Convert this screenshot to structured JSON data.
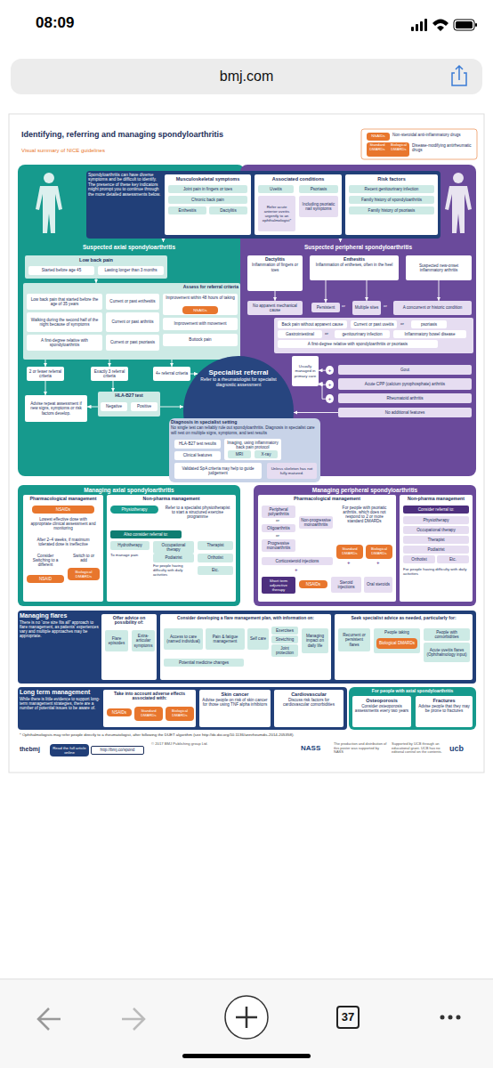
{
  "diagram": {
    "title": "Identifying, referring and managing spondyloarthritis",
    "nodes": [
      {
        "text": [
          "bmj.com"
        ]
      },
      {
        "text": [
          "Spondyloarthritis can have diverse symptoms and be difficult to identify. The presence of these key indicators might prompt you to continue through the more detailed assessments below."
        ]
      },
      {
        "text": [
          "Musculoskeletal symptoms"
        ],
        "in": 1
      },
      {
        "text": [
          "Joint pain in fingers or toes"
        ],
        "in": 2
      },
      {
        "text": [
          "Chronic back pain"
        ],
        "in": 2
      },
      {
        "text": [
          "Enthesitis"
        ],
        "in": 2
      },
      {
        "text": [
          "Dactylitis"
        ],
        "in": 2
      },
      {
        "text": [
          "Associated conditions"
        ],
        "in": 1
      },
      {
        "text": [
          "Uveitis"
        ],
        "in": 7
      },
      {
        "text": [
          "Psoriasis"
        ],
        "in": 7
      },
      {
        "text": [
          "Refer acute anterior uveitis urgently to an ophthalmologist*"
        ],
        "in": 7
      },
      {
        "text": [
          "Including psoriatic nail symptoms"
        ],
        "in": 7
      },
      {
        "text": [
          "Risk factors"
        ],
        "in": 1
      },
      {
        "text": [
          "Recent genitourinary infection"
        ],
        "in": 12
      },
      {
        "text": [
          "Family history of spondyloarthritis"
        ],
        "in": 12
      },
      {
        "text": [
          "Family history of psoriasis"
        ],
        "in": 12
      },
      {
        "text": [
          "Suspected axial spondyloarthritis"
        ]
      },
      {
        "text": [
          "Low back pain"
        ],
        "in": 16
      },
      {
        "text": [
          "Started before age 45"
        ],
        "in": 17
      },
      {
        "text": [
          "Lasting longer than 3 months"
        ],
        "in": 17
      },
      {
        "text": [
          "Assess for referral criteria"
        ],
        "in": 16
      },
      {
        "text": [
          "Low back pain that started before the age of 35 years"
        ],
        "in": 20
      },
      {
        "text": [
          "Walking during the second half of the night because of symptoms"
        ],
        "in": 20
      },
      {
        "text": [
          "A first-degree relative with spondyloarthritis"
        ],
        "in": 20
      },
      {
        "text": [
          "Current or past enthesitis"
        ],
        "in": 20
      },
      {
        "text": [
          "Current or past arthritis"
        ],
        "in": 20
      },
      {
        "text": [
          "Current or past psoriasis"
        ],
        "in": 20
      },
      {
        "text": [
          "Improvement within 48 hours of taking"
        ],
        "in": 20
      },
      {
        "text": [
          "NSAIDs"
        ],
        "in": 27
      },
      {
        "text": [
          "Improvement with movement"
        ],
        "in": 20
      },
      {
        "text": [
          "Buttock pain"
        ],
        "in": 20
      },
      {
        "text": [
          "2 or fewer referral criteria"
        ],
        "in": 16
      },
      {
        "text": [
          "Exactly 3 referral criteria"
        ],
        "in": 16
      },
      {
        "text": [
          "4+ referral criteria"
        ],
        "in": 16
      },
      {
        "text": [
          "HLA-B27 test"
        ],
        "in": 16
      },
      {
        "text": [
          "Negative"
        ],
        "in": 34
      },
      {
        "text": [
          "Positive"
        ],
        "in": 34
      },
      {
        "text": [
          "Advise repeat assessment if new signs, symptoms or risk factors develop."
        ],
        "in": 16
      },
      {
        "text": [
          "Suspected peripheral spondyloarthritis"
        ]
      },
      {
        "text": [
          "Dactylitis",
          "Inflammation of fingers or toes"
        ],
        "in": 38
      },
      {
        "text": [
          "Enthesitis",
          "Inflammation of entheses, often in the heel"
        ],
        "in": 38
      },
      {
        "text": [
          "Suspected new-onset inflammatory arthritis"
        ],
        "in": 38
      },
      {
        "text": [
          "No apparent mechanical cause"
        ],
        "in": 38
      },
      {
        "text": [
          "Persistent"
        ],
        "in": 38
      },
      {
        "text": [
          "Multiple sites"
        ],
        "in": 38
      },
      {
        "text": [
          "A concurrent or historic condition"
        ],
        "in": 38
      },
      {
        "text": [
          "Back pain without apparent cause"
        ],
        "in": 38
      },
      {
        "text": [
          "Current or past uveitis"
        ],
        "in": 38
      },
      {
        "text": [
          "psoriasis"
        ],
        "in": 38
      },
      {
        "text": [
          "Gastrointestinal"
        ],
        "in": 38
      },
      {
        "text": [
          "genitourinary infection"
        ],
        "in": 38
      },
      {
        "text": [
          "Inflammatory bowel disease"
        ],
        "in": 38
      },
      {
        "text": [
          "A first-degree relative with spondyloarthritis or psoriasis"
        ],
        "in": 38
      },
      {
        "text": [
          "Usually managed in primary care"
        ],
        "in": 38
      },
      {
        "text": [
          "+"
        ],
        "in": 38
      },
      {
        "text": [
          "Gout"
        ],
        "in": 38
      },
      {
        "text": [
          "+"
        ],
        "in": 38
      },
      {
        "text": [
          "Acute CPP (calcium pyrophosphate) arthritis"
        ],
        "in": 38
      },
      {
        "text": [
          "+"
        ],
        "in": 38
      },
      {
        "text": [
          "Rheumatoid arthritis"
        ],
        "in": 38
      },
      {
        "text": [
          "No additional features"
        ],
        "in": 38
      },
      {
        "text": [
          "Specialist referral",
          "Refer to a rheumatologist for specialist diagnostic assessment"
        ]
      },
      {
        "text": [
          "Diagnosis in specialist setting",
          "No single test can reliably rule out spondyloarthritis. Diagnosis in specialist care will rest on multiple signs, symptoms, and test results"
        ]
      },
      {
        "text": [
          "HLA-B27 test results"
        ],
        "in": 62
      },
      {
        "text": [
          "Clinical features"
        ],
        "in": 62
      },
      {
        "text": [
          "Imaging, using inflammatory back pain protocol"
        ],
        "in": 62
      },
      {
        "text": [
          "MRI"
        ],
        "in": 65
      },
      {
        "text": [
          "X-ray"
        ],
        "in": 65
      },
      {
        "text": [
          "Validated SpA criteria may help to guide judgement"
        ],
        "in": 62
      },
      {
        "text": [
          "Unless skeleton has not fully matured."
        ],
        "in": 62
      },
      {
        "text": [
          "Managing axial spondyloarthritis"
        ]
      },
      {
        "text": [
          "Pharmacological management"
        ],
        "in": 70
      },
      {
        "text": [
          "NSAIDs"
        ],
        "in": 71
      },
      {
        "text": [
          "Lowest effective dose with appropriate clinical assessment and monitoring"
        ],
        "in": 71
      },
      {
        "text": [
          "After 2–4 weeks, if maximum tolerated dose is ineffective"
        ],
        "in": 71
      },
      {
        "text": [
          "Consider Switching to a different"
        ],
        "in": 71
      },
      {
        "text": [
          "NSAID"
        ],
        "in": 71
      },
      {
        "text": [
          "Switch to or add"
        ],
        "in": 71
      },
      {
        "text": [
          "Biological DMARDs"
        ],
        "in": 71
      },
      {
        "text": [
          "Non-pharma management"
        ],
        "in": 70
      },
      {
        "text": [
          "Physiotherapy"
        ],
        "in": 79
      },
      {
        "text": [
          "Refer to a specialist physiotherapist to start a structured exercise programme"
        ],
        "in": 79
      },
      {
        "text": [
          "Also consider referral to:"
        ],
        "in": 79
      },
      {
        "text": [
          "Hydrotherapy"
        ],
        "in": 79
      },
      {
        "text": [
          "Occupational therapy"
        ],
        "in": 79
      },
      {
        "text": [
          "Therapist"
        ],
        "in": 79
      },
      {
        "text": [
          "Podiatrist"
        ],
        "in": 79
      },
      {
        "text": [
          "Orthotist"
        ],
        "in": 79
      },
      {
        "text": [
          "Etc."
        ],
        "in": 79
      },
      {
        "text": [
          "Managing peripheral spondyloarthritis"
        ]
      },
      {
        "text": [
          "Pharmacological management"
        ],
        "in": 89
      },
      {
        "text": [
          "Peripheral polyarthritis"
        ],
        "in": 90
      },
      {
        "text": [
          "Oligoarthritis"
        ],
        "in": 90
      },
      {
        "text": [
          "Progressive monoarthritis"
        ],
        "in": 90
      },
      {
        "text": [
          "Non-progressive monoarthritis"
        ],
        "in": 90
      },
      {
        "text": [
          "For people with psoriatic arthritis, which does not respond to 2 or more standard DMARDs"
        ],
        "in": 90
      },
      {
        "text": [
          "Corticosteroid injections"
        ],
        "in": 90
      },
      {
        "text": [
          "Standard DMARDs"
        ],
        "in": 90
      },
      {
        "text": [
          "Biological DMARDs"
        ],
        "in": 90
      },
      {
        "text": [
          "Short term adjunctive therapy"
        ],
        "in": 90
      },
      {
        "text": [
          "NSAIDs"
        ],
        "in": 90
      },
      {
        "text": [
          "Steroid injections"
        ],
        "in": 90
      },
      {
        "text": [
          "Oral steroids"
        ],
        "in": 90
      },
      {
        "text": [
          "Non-pharma management"
        ],
        "in": 89
      },
      {
        "text": [
          "Consider referral to:"
        ],
        "in": 103
      },
      {
        "text": [
          "Physiotherapy"
        ],
        "in": 103
      },
      {
        "text": [
          "Occupational therapy"
        ],
        "in": 103
      },
      {
        "text": [
          "Therapist"
        ],
        "in": 103
      },
      {
        "text": [
          "Podiatrist"
        ],
        "in": 103
      },
      {
        "text": [
          "Orthotist"
        ],
        "in": 103
      },
      {
        "text": [
          "Etc."
        ],
        "in": 103
      },
      {
        "text": [
          "Managing flares",
          "There is no “one size fits all” approach to flare management, as patients' experiences vary and multiple approaches may be appropriate."
        ]
      },
      {
        "text": [
          "Offer advice on possibility of:"
        ],
        "in": 111
      },
      {
        "text": [
          "Flare episodes"
        ],
        "in": 112
      },
      {
        "text": [
          "Extra-articular symptoms"
        ],
        "in": 112
      },
      {
        "text": [
          "Consider developing a flare management plan, with information on:"
        ],
        "in": 111
      },
      {
        "text": [
          "Access to care (named individual)"
        ],
        "in": 115
      },
      {
        "text": [
          "Pain & fatigue management"
        ],
        "in": 115
      },
      {
        "text": [
          "Self care"
        ],
        "in": 115
      },
      {
        "text": [
          "Exercises"
        ],
        "in": 115
      },
      {
        "text": [
          "Stretching"
        ],
        "in": 115
      },
      {
        "text": [
          "Joint protection"
        ],
        "in": 115
      },
      {
        "text": [
          "Managing impact on daily life"
        ],
        "in": 115
      },
      {
        "text": [
          "Potential medicine changes"
        ],
        "in": 115
      },
      {
        "text": [
          "Seek specialist advice as needed, particularly for:"
        ],
        "in": 111
      },
      {
        "text": [
          "Recurrent or persistent flares"
        ],
        "in": 124
      },
      {
        "text": [
          "People taking"
        ],
        "in": 124
      },
      {
        "text": [
          "Biological DMARDs"
        ],
        "in": 126
      },
      {
        "text": [
          "People with comorbidities"
        ],
        "in": 124
      },
      {
        "text": [
          "Acute uveitis flares (Ophthalmology input)"
        ],
        "in": 124
      },
      {
        "text": [
          "Long term management",
          "While there is little evidence to support long-term management strategies, there are a number of potential issues to be aware of."
        ]
      },
      {
        "text": [
          "Take into account adverse effects associated with:"
        ],
        "in": 130
      },
      {
        "text": [
          "NSAIDs"
        ],
        "in": 131
      },
      {
        "text": [
          "Standard DMARDs"
        ],
        "in": 131
      },
      {
        "text": [
          "Biological DMARDs"
        ],
        "in": 131
      },
      {
        "text": [
          "Skin cancer",
          "Advise people on risk of skin cancer for those using TNF alpha inhibitors"
        ],
        "in": 130
      },
      {
        "text": [
          "Cardiovascular",
          "Discuss risk factors for cardiovascular comorbidities"
        ],
        "in": 130
      },
      {
        "text": [
          "For people with axial spondyloarthritis"
        ]
      },
      {
        "text": [
          "Osteoporosis",
          "Consider osteoporosis assessments every two years"
        ],
        "in": 137
      },
      {
        "text": [
          "Fractures",
          "Advise people that they may be prone to fractures"
        ],
        "in": 137
      },
      {
        "text": [
          "Read the full article online"
        ]
      },
      {
        "text": [
          "http://bmj.co/spond"
        ]
      },
      {
        "text": [
          "37"
        ]
      }
    ],
    "edges": [
      {
        "from": 1,
        "to": 16,
        "arrow": "to"
      },
      {
        "from": 1,
        "to": 38,
        "arrow": "to"
      },
      {
        "from": 17,
        "to": 20,
        "arrow": "to"
      },
      {
        "from": 20,
        "to": 31,
        "arrow": "to"
      },
      {
        "from": 20,
        "to": 32,
        "arrow": "to"
      },
      {
        "from": 20,
        "to": 33,
        "arrow": "to"
      },
      {
        "from": 31,
        "to": 37,
        "arrow": "to"
      },
      {
        "from": 32,
        "to": 34,
        "arrow": "to"
      },
      {
        "from": 35,
        "to": 37,
        "arrow": "to"
      },
      {
        "from": 36,
        "to": 61,
        "arrow": "to"
      },
      {
        "from": 33,
        "to": 61,
        "arrow": "to"
      },
      {
        "from": 39,
        "to": 42,
        "arrow": "to"
      },
      {
        "from": 40,
        "to": 43,
        "arrow": "to"
      },
      {
        "from": 40,
        "to": 44,
        "arrow": "to"
      },
      {
        "from": 41,
        "to": 45,
        "arrow": "to"
      },
      {
        "from": 54,
        "to": 53,
        "arrow": "to"
      },
      {
        "from": 56,
        "to": 53,
        "arrow": "to"
      },
      {
        "from": 58,
        "to": 53,
        "arrow": "to"
      },
      {
        "from": 60,
        "to": 61,
        "arrow": "to"
      }
    ],
    "labels": [
      "08:09",
      "Visual summary of NICE guidelines",
      "NSAIDs",
      "Standard DMARDs",
      "Biological DMARDs",
      "or",
      "or",
      "or",
      "or",
      "or",
      "or",
      "+",
      "+",
      "+",
      "To manage pain",
      "For people having difficulty with daily activities",
      "For people having difficulty with daily activities",
      "* Ophthalmologists may refer people directly to a rheumatologist, after following the DUET algorithm (see http://dx.doi.org/10.1136/annrheumdis-2014-205358).",
      "thebmj",
      "© 2017 BMJ Publishing group Ltd.",
      "NASS",
      "The production and distribution of this poster was supported by NASS",
      "Supported by UCB through an educational grant. UCB has no editorial control on the contents.",
      "ucb"
    ],
    "legend": [
      {
        "text": "Non-steroidal anti-inflammatory drugs",
        "color": "#e8762d"
      },
      {
        "text": "Disease-modifying antirheumatic drugs",
        "color": "#e8762d"
      }
    ]
  }
}
